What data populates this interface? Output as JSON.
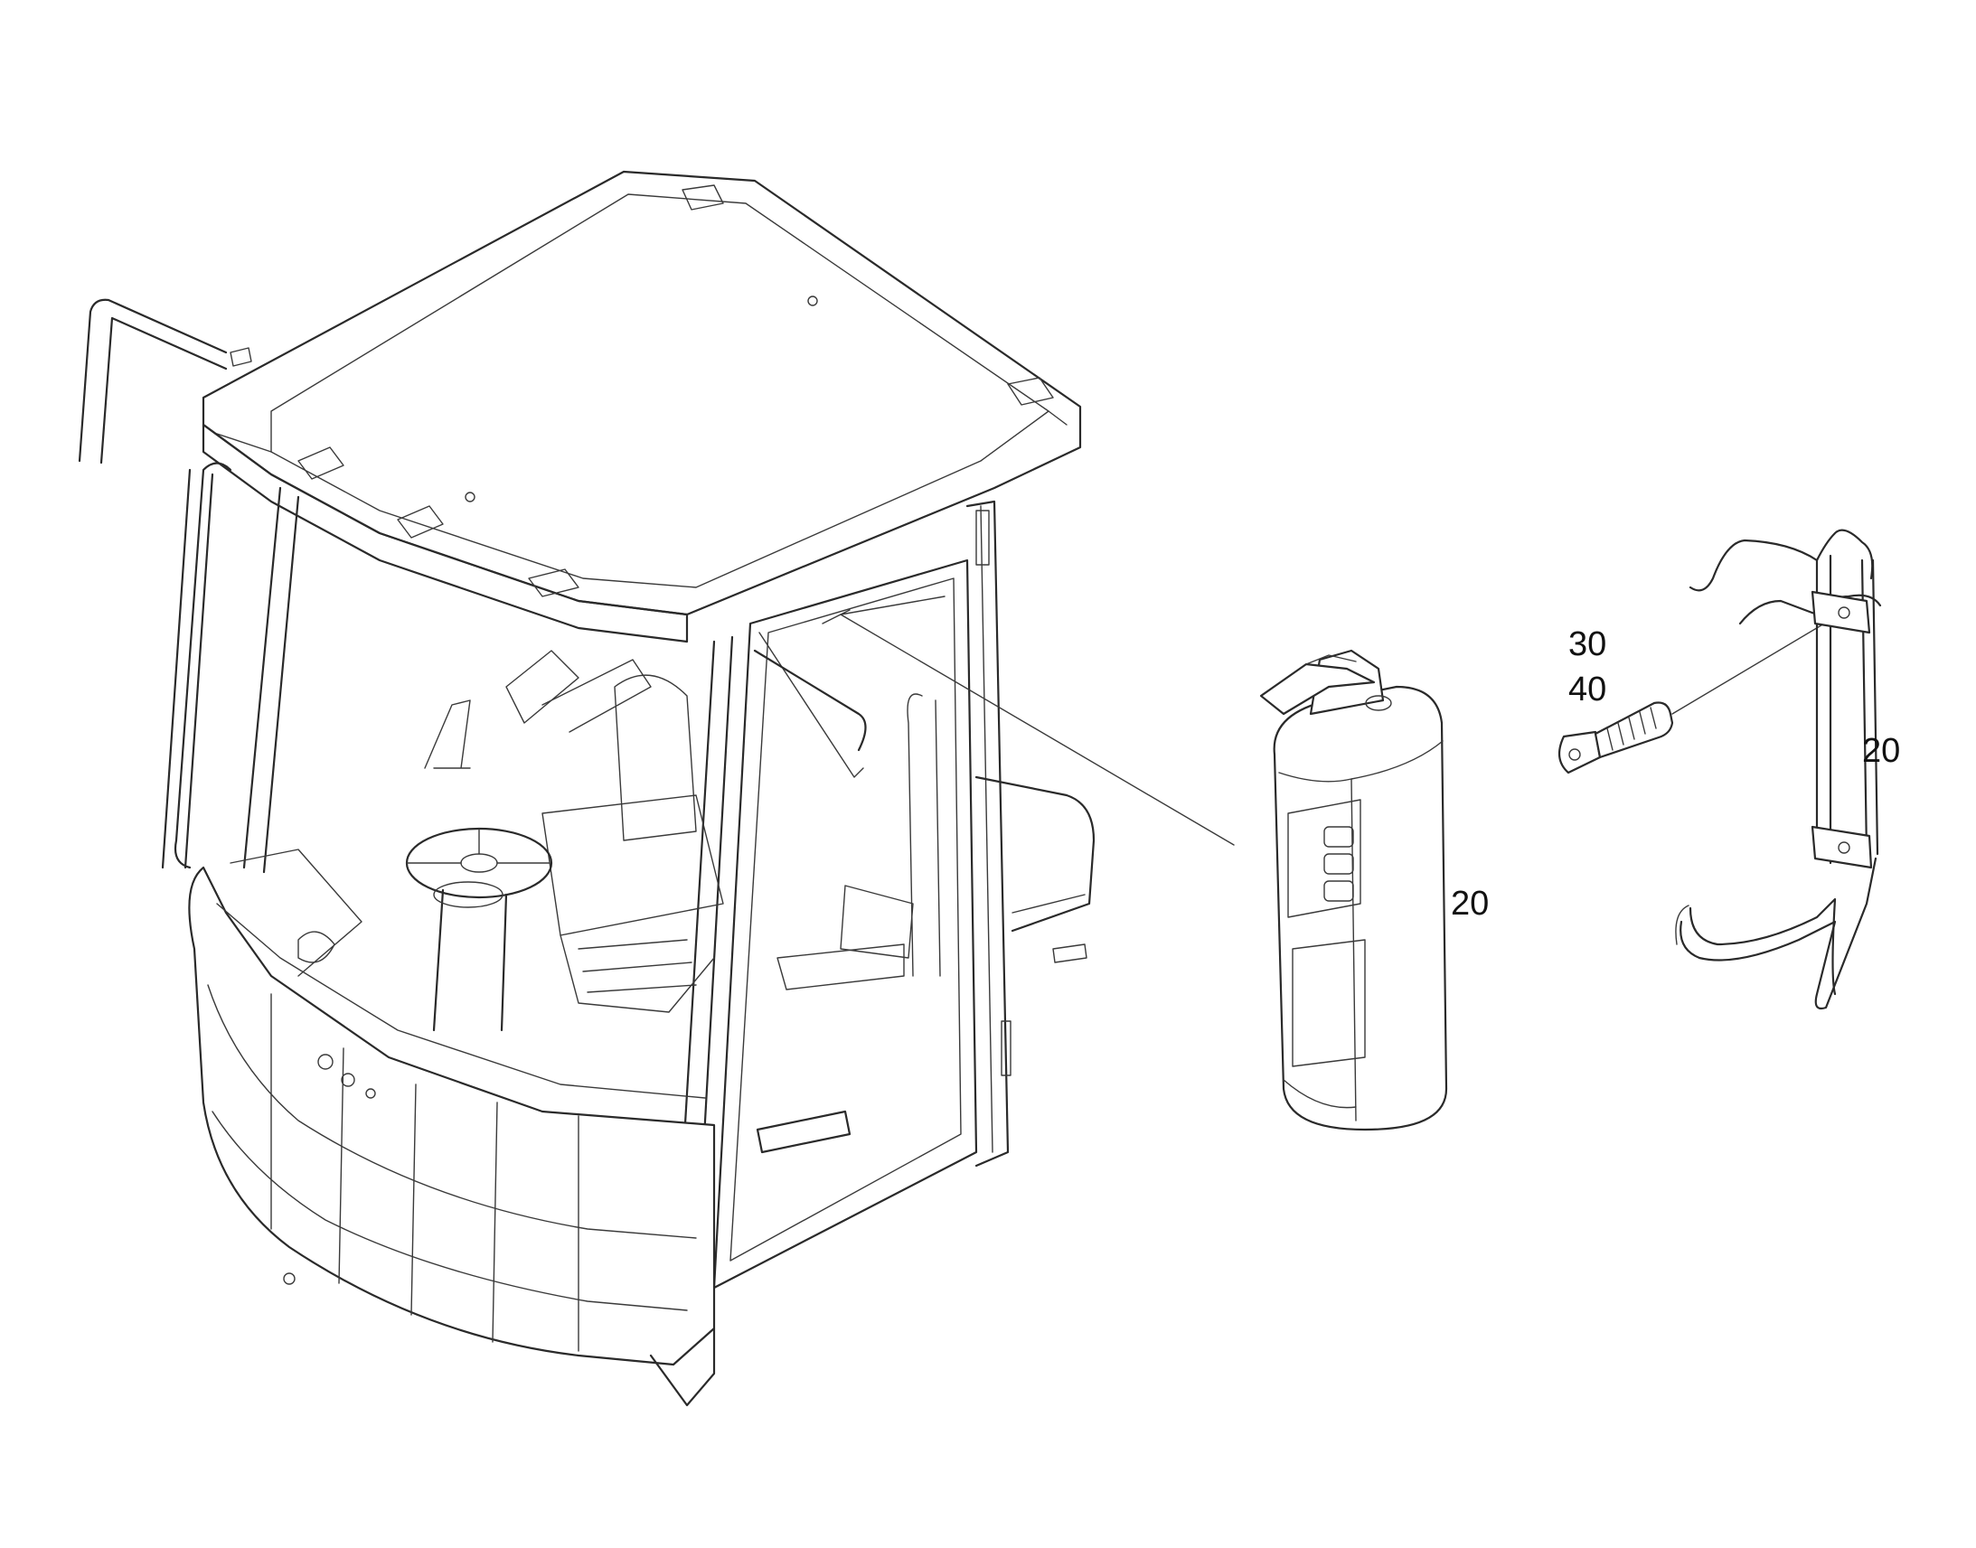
{
  "callouts": {
    "extinguisher": "20",
    "screw_a": "30",
    "screw_b": "40",
    "bracket": "20"
  },
  "colors": {
    "line": "#2a2a2a",
    "background": "#ffffff"
  }
}
